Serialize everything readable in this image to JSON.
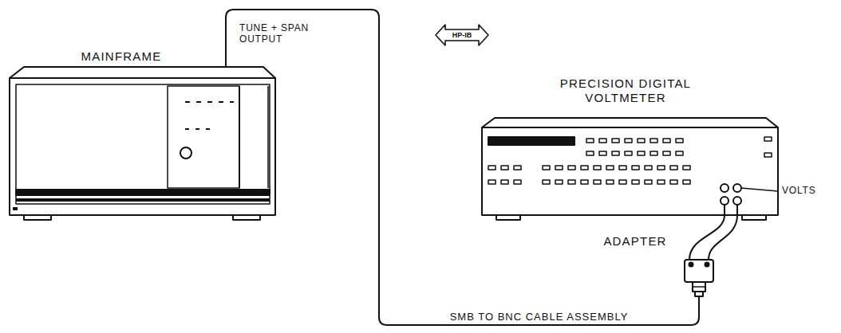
{
  "diagram": {
    "nodes": [
      {
        "text": [
          "MAINFRAME"
        ]
      },
      {
        "text": [
          "HP-IB"
        ]
      },
      {
        "text": [
          "PRECISION DIGITAL VOLTMETER"
        ]
      },
      {
        "text": [
          "ADAPTER"
        ]
      }
    ],
    "edges": [
      {
        "from": 0,
        "to": 3,
        "label": "SMB TO BNC CABLE ASSEMBLY",
        "arrow": "none"
      },
      {
        "from": 3,
        "to": 2,
        "arrow": "none"
      }
    ],
    "labels": [
      "TUNE + SPAN OUTPUT",
      "VOLTS"
    ]
  }
}
